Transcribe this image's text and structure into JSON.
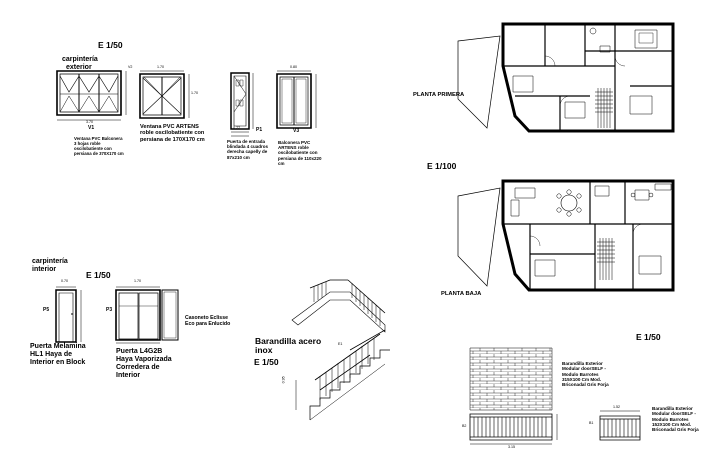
{
  "sheet": {
    "scale_exterior": "E 1/50",
    "carpinteria_exterior": [
      "carpintería",
      "exterior"
    ],
    "carpinteria_interior": [
      "carpintería",
      "interior"
    ],
    "scale_interior": "E 1/50",
    "scale_plans": "E 1/100",
    "scale_rail": "E 1/50",
    "scale_stair": "E 1/50"
  },
  "windows": {
    "w1": {
      "tag": "V1",
      "tag_side": "V2",
      "dim_w": "3.70",
      "caption": "Ventana PVC Balconera 3 hojas roble oscilobatiente con persiana de 370X170 cm"
    },
    "w2": {
      "dim_w": "1.70",
      "dim_h": "1.70",
      "caption": "Ventana PVC ARTENS roble oscilobatiente con persiana de 170X170 cm"
    },
    "w3": {
      "tag": "P1",
      "dim_w": "0.77",
      "caption": "Puerta de entrada blindada 4 cuadros derecha capelly de 87x210 cm"
    },
    "w4": {
      "tag": "V3",
      "dim_w": "0.80",
      "caption": "Balconera PVC ARTENS roble oscilobatiente con persiana de 110x220 cm"
    }
  },
  "interior": {
    "p5": {
      "tag": "P5",
      "dim_w": "0.70",
      "caption_lines": [
        "Puerta Melamina",
        "HL1 Haya de",
        "Interior en Block"
      ]
    },
    "p3": {
      "tag": "P3",
      "dim_w": "1.70",
      "caption_lines": [
        "Puerta L4G2B",
        "Haya Vaporizada",
        "Corredera de",
        "Interior"
      ]
    },
    "casoneto": {
      "caption": "Casoneto Eclisse Eco para Enlucido"
    }
  },
  "stair": {
    "caption": [
      "Barandilla acero",
      "inox"
    ],
    "tag": "E1",
    "dim_h": "0.95"
  },
  "railings": {
    "r1": {
      "tag": "B2",
      "dim": "3.15",
      "caption": "Barandilla Exterior Modular doorSELF - Modulo Barrotes 315X100 Cm Mod. Briconadal Gris Forja"
    },
    "r2": {
      "tag": "B1",
      "dim": "1.52",
      "caption": "Barandilla Exterior Modular doorSELF - Modulo Barrotes 152X100 Cm Mod. Briconadal Gris Forja"
    }
  },
  "plans": {
    "upper": {
      "label": "PLANTA PRIMERA"
    },
    "ground": {
      "label": "PLANTA BAJA"
    }
  }
}
